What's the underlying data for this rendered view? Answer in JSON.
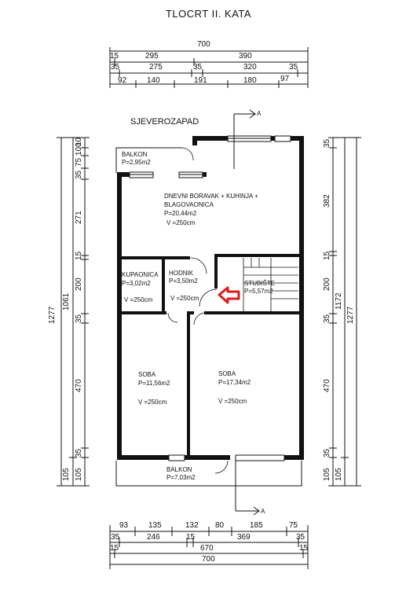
{
  "title": "TLOCRT II. KATA",
  "orientation": "SJEVEROZAPAD",
  "rooms": {
    "balkon_top": {
      "name": "BALKON",
      "area": "P=2,95m2"
    },
    "living": {
      "name1": "DNEVNI BORAVAK + KUHINJA +",
      "name2": "BLAGOVAONICA",
      "area": "P=20,44m2",
      "height": "V =250cm"
    },
    "bathroom": {
      "name": "KUPAONICA",
      "area": "P=3,02m2",
      "height": "V =250cm"
    },
    "hall": {
      "name": "HODNIK",
      "area": "P=3,50m2",
      "height": "V =250cm"
    },
    "stairs": {
      "name": "STUBIŠTE",
      "area": "P=5,57m2"
    },
    "room1": {
      "name": "SOBA",
      "area": "P=11,56m2",
      "height": "V =250cm"
    },
    "room2": {
      "name": "SOBA",
      "area": "P=17,34m2",
      "height": "V =250cm"
    },
    "balkon_bottom": {
      "name": "BALKON",
      "area": "P=7,03m2"
    }
  },
  "section_marker": "A",
  "dimensions": {
    "top": {
      "row1": [
        "700"
      ],
      "row2": [
        "15",
        "295",
        "390"
      ],
      "row3": [
        "35",
        "275",
        "35",
        "320",
        "35"
      ],
      "row4": [
        "92",
        "140",
        "191",
        "180",
        "97"
      ]
    },
    "bottom": {
      "row1": [
        "93",
        "135",
        "132",
        "80",
        "185",
        "75"
      ],
      "row2": [
        "35",
        "246",
        "15",
        "369",
        "35"
      ],
      "row3": [
        "15",
        "670",
        "15"
      ],
      "row4": [
        "700"
      ]
    },
    "left": {
      "outer": [
        "1277"
      ],
      "middle": [
        "1061",
        "105"
      ],
      "inner": [
        "100",
        "10",
        "75",
        "35",
        "271",
        "15",
        "200",
        "35",
        "470",
        "35",
        "105"
      ]
    },
    "right": {
      "inner": [
        "35",
        "382",
        "15",
        "200",
        "35",
        "470",
        "35",
        "105"
      ],
      "middle": [
        "1172",
        "105"
      ],
      "outer": [
        "1277"
      ]
    }
  },
  "colors": {
    "walls": "#111111",
    "marker": "#e01b1b"
  }
}
